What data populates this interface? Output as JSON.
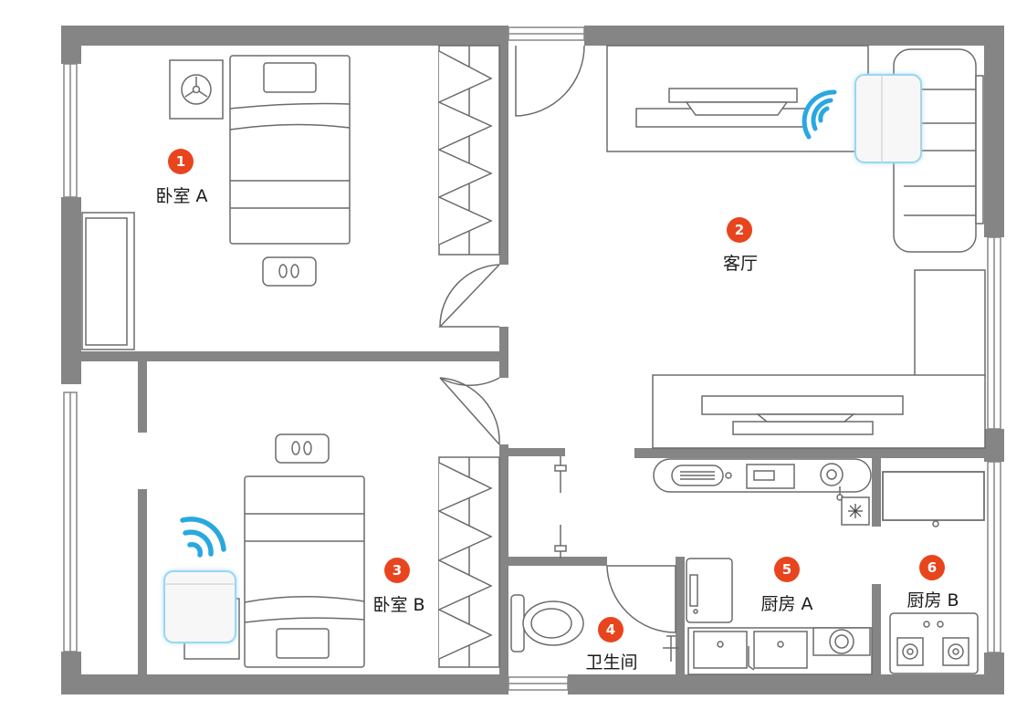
{
  "colors": {
    "wall": "#858585",
    "furniture_stroke": "#6b6b6b",
    "badge": "#e8451e",
    "wifi": "#29a8e0",
    "router_glow": "#8fd3f5"
  },
  "rooms": [
    {
      "number": "1",
      "label": "卧室 A"
    },
    {
      "number": "2",
      "label": "客厅"
    },
    {
      "number": "3",
      "label": "卧室 B"
    },
    {
      "number": "4",
      "label": "卫生间"
    },
    {
      "number": "5",
      "label": "厨房 A"
    },
    {
      "number": "6",
      "label": "厨房 B"
    }
  ],
  "icons": {
    "router": "router-icon",
    "wifi": "wifi-signal-icon",
    "slippers": "slippers-icon",
    "fan": "fan-icon",
    "snowflake": "snowflake-icon",
    "stove": "stove-icon",
    "sink": "sink-icon",
    "toilet": "toilet-icon"
  }
}
